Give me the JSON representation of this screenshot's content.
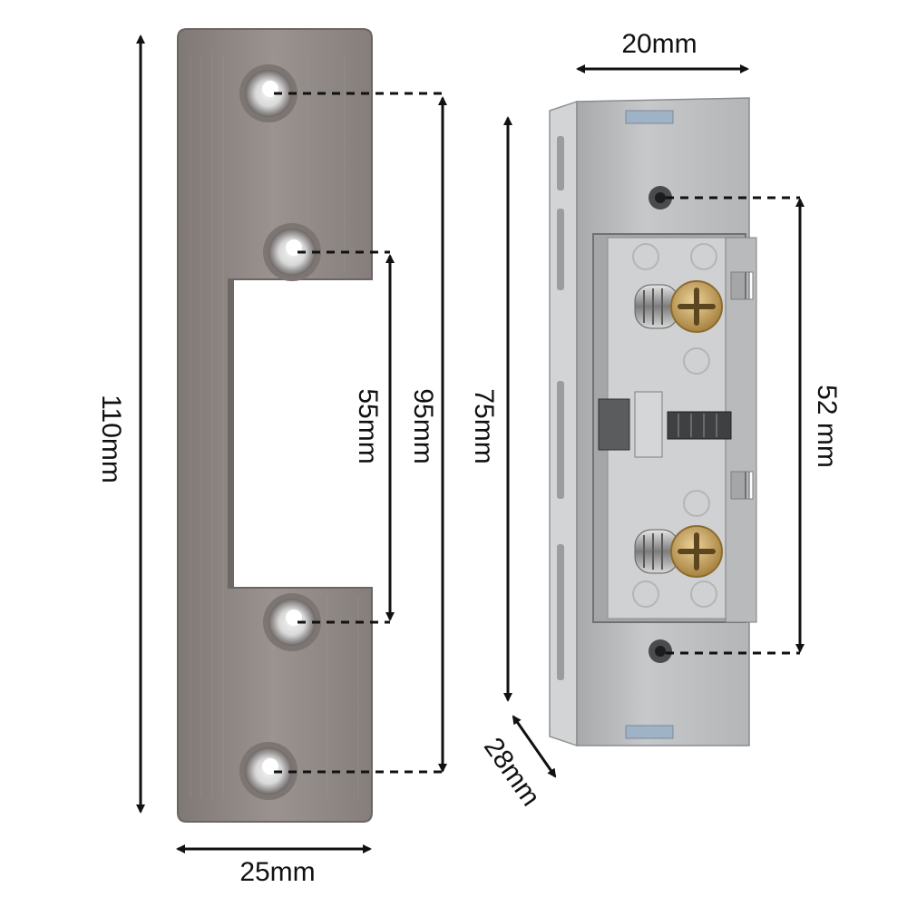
{
  "dimensions": {
    "plate_height": "110mm",
    "plate_width": "25mm",
    "outer_hole_spacing": "95mm",
    "inner_hole_spacing": "55mm",
    "body_height": "75mm",
    "body_top_width": "20mm",
    "body_hole_spacing": "52 mm",
    "body_depth": "28mm"
  },
  "colors": {
    "plate": "#8d8683",
    "body": "#b9bbbd",
    "screw_head": "#c9a35c",
    "dimension_line": "#111111"
  }
}
